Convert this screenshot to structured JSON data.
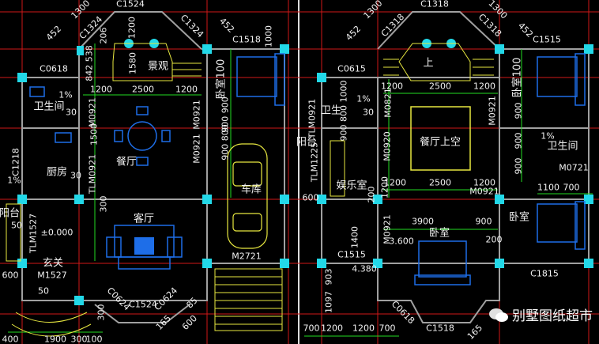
{
  "colors": {
    "background": "#000000",
    "grid": "#d01818",
    "wall": "#a0a0a0",
    "column": "#22d8e8",
    "dimension": "#22dd22",
    "furniture": "#1e6ee8",
    "fixture": "#e8e840",
    "text": "#f2f2f2"
  },
  "left_plan": {
    "labels": [
      "C1524",
      "1300",
      "C1324",
      "452",
      "206",
      "1200",
      "C1324",
      "452",
      "C1518",
      "1000",
      "C0618",
      "842 538",
      "1580",
      "景观",
      "1200",
      "2500",
      "1200",
      "卧室100",
      "1%",
      "卫生间",
      "30",
      "M0921",
      "M0921",
      "900 900",
      "900 800",
      "M0921",
      "1500",
      "餐厅",
      "C1218",
      "厨房",
      "30",
      "TLM0921",
      "1%",
      "300",
      "客厅",
      "阳台",
      "50",
      "TLM1527",
      "±0.000",
      "车库",
      "M2721",
      "玄关",
      "M1527",
      "600",
      "50",
      "C0624",
      "C1524",
      "C0624",
      "300",
      "165",
      "600",
      "85",
      "400",
      "1900",
      "300",
      "100"
    ]
  },
  "right_plan": {
    "labels": [
      "C1318",
      "1300",
      "C1318",
      "452",
      "C1318",
      "1300",
      "452",
      "C1515",
      "上",
      "C0615",
      "1200",
      "2500",
      "1200",
      "卧室100",
      "1%",
      "卫生",
      "30",
      "M0821",
      "900 800 1000",
      "M0921",
      "900",
      "900",
      "900",
      "TLM0921",
      "1%",
      "卫生间",
      "M0721",
      "餐厅上空",
      "M0920",
      "阳台",
      "TLM1225",
      "1200",
      "2500",
      "1200",
      "1200",
      "娱乐室",
      "200",
      "600",
      "M0921",
      "1100",
      "700",
      "卧室",
      "M0921",
      "3900",
      "900",
      "200",
      "卧室",
      "3.600",
      "C1515",
      "1400",
      "4.380",
      "C1815",
      "903",
      "1097",
      "C0618",
      "C1518",
      "165",
      "700",
      "1200",
      "1200",
      "700"
    ]
  },
  "watermark": {
    "text": "别墅图纸超市",
    "icon": "wechat-icon"
  }
}
